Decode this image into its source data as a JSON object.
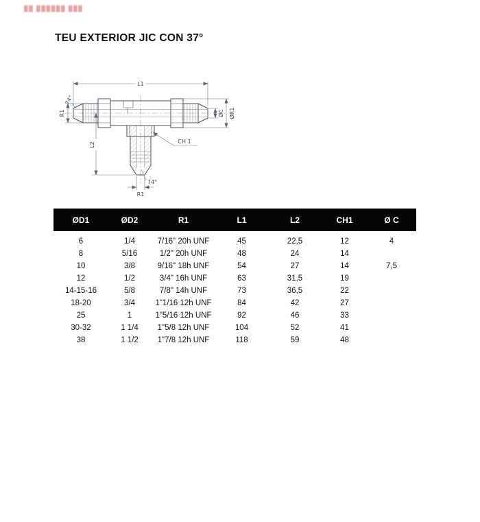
{
  "watermark": {
    "text": "██ ██████ ███"
  },
  "title": "TEU EXTERIOR JIC CON 37°",
  "drawing": {
    "labels": {
      "l1": "L1",
      "l2": "L2",
      "r1_left": "R1",
      "r1_bottom": "R1",
      "angle_top": "74°",
      "angle_bottom": "74°",
      "ch1": "CH 1",
      "dia_c": "ØC",
      "dia_r1": "ØR1"
    }
  },
  "table": {
    "headers": [
      "ØD1",
      "ØD2",
      "R1",
      "L1",
      "L2",
      "CH1",
      "Ø C"
    ],
    "rows": [
      [
        "6",
        "1/4",
        "7/16\" 20h UNF",
        "45",
        "22,5",
        "12",
        "4"
      ],
      [
        "8",
        "5/16",
        "1/2\" 20h UNF",
        "48",
        "24",
        "14",
        ""
      ],
      [
        "10",
        "3/8",
        "9/16\" 18h UNF",
        "54",
        "27",
        "14",
        "7,5"
      ],
      [
        "12",
        "1/2",
        "3/4\" 16h UNF",
        "63",
        "31,5",
        "19",
        ""
      ],
      [
        "14-15-16",
        "5/8",
        "7/8\" 14h UNF",
        "73",
        "36,5",
        "22",
        ""
      ],
      [
        "18-20",
        "3/4",
        "1\"1/16 12h UNF",
        "84",
        "42",
        "27",
        ""
      ],
      [
        "25",
        "1",
        "1\"5/16 12h UNF",
        "92",
        "46",
        "33",
        ""
      ],
      [
        "30-32",
        "1 1/4",
        "1\"5/8 12h UNF",
        "104",
        "52",
        "41",
        ""
      ],
      [
        "38",
        "1 1/2",
        "1\"7/8 12h UNF",
        "118",
        "59",
        "48",
        ""
      ]
    ]
  }
}
